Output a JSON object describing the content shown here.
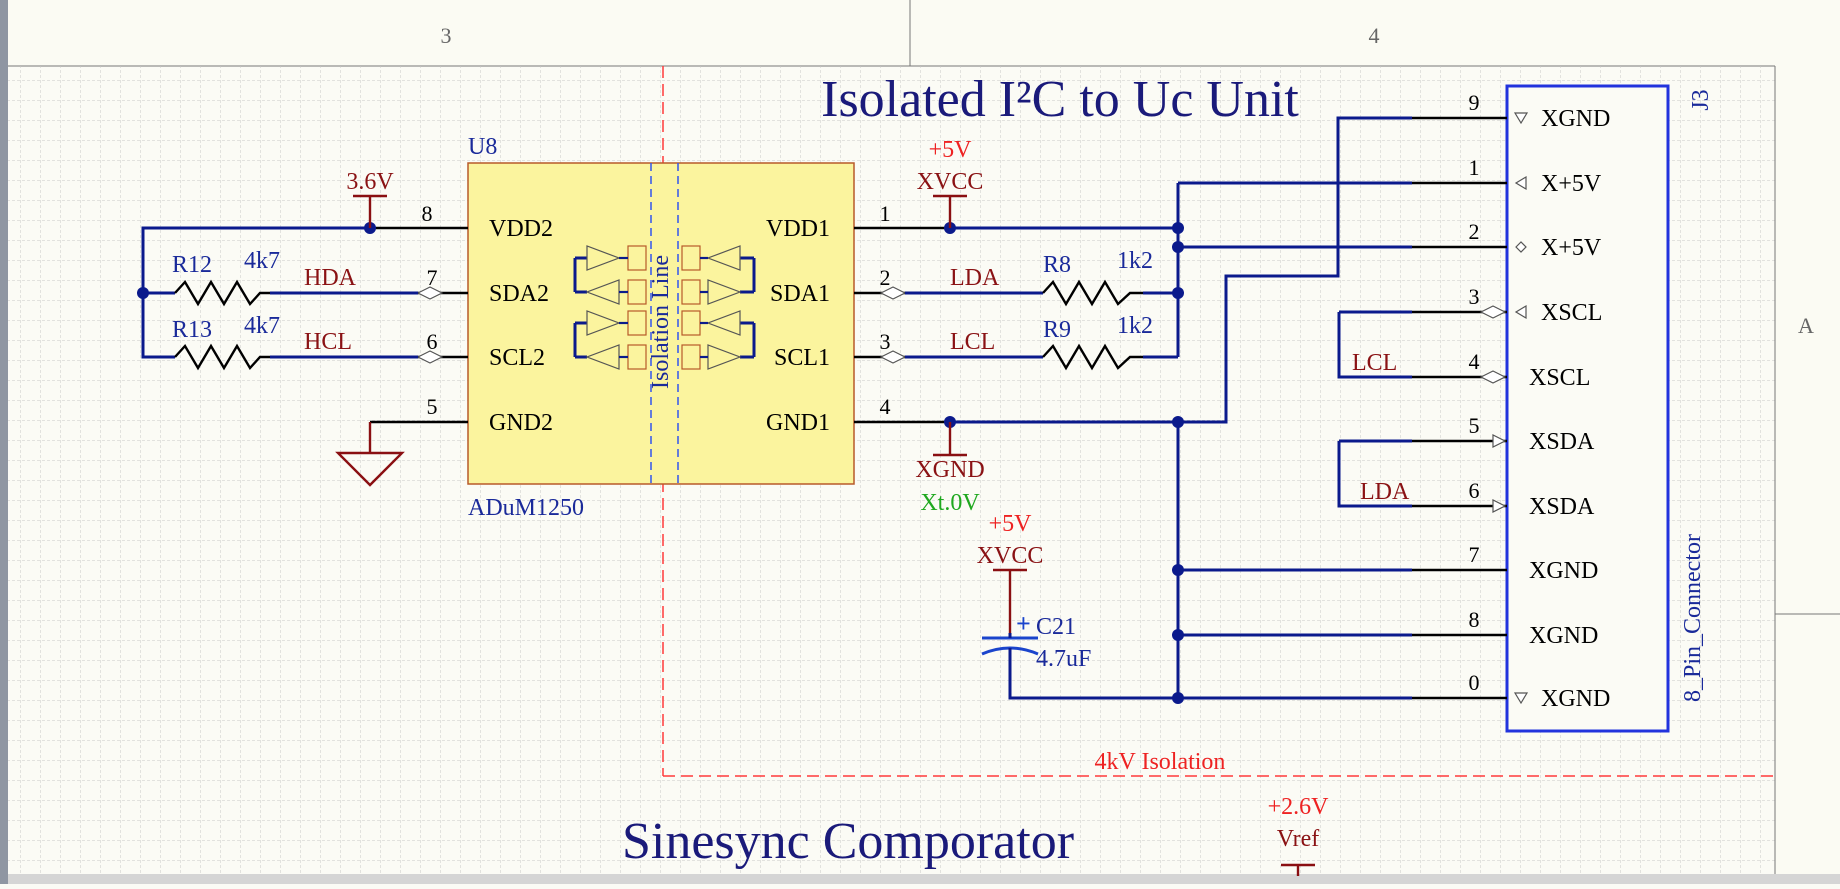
{
  "zones": {
    "col3": "3",
    "col4": "4",
    "rowA": "A"
  },
  "titles": {
    "isolated": "Isolated I²C to Uc Unit",
    "sinesync": "Sinesync Comporator"
  },
  "u8": {
    "designator": "U8",
    "part": "ADuM1250",
    "isolation_label": "Isolation Line",
    "left_pins": [
      {
        "num": "8",
        "name": "VDD2"
      },
      {
        "num": "7",
        "name": "SDA2"
      },
      {
        "num": "6",
        "name": "SCL2"
      },
      {
        "num": "5",
        "name": "GND2"
      }
    ],
    "right_pins": [
      {
        "num": "1",
        "name": "VDD1"
      },
      {
        "num": "2",
        "name": "SDA1"
      },
      {
        "num": "3",
        "name": "SCL1"
      },
      {
        "num": "4",
        "name": "GND1"
      }
    ]
  },
  "power": {
    "v36": "3.6V",
    "p5v_top": "+5V",
    "xvcc_top": "XVCC",
    "xgnd": "XGND",
    "xt0v": "Xt.0V",
    "p5v_cap": "+5V",
    "xvcc_cap": "XVCC",
    "vref_value": "+2.6V",
    "vref": "Vref"
  },
  "resistors": [
    {
      "ref": "R12",
      "value": "4k7"
    },
    {
      "ref": "R13",
      "value": "4k7"
    },
    {
      "ref": "R8",
      "value": "1k2"
    },
    {
      "ref": "R9",
      "value": "1k2"
    }
  ],
  "nets": {
    "hda": "HDA",
    "hcl": "HCL",
    "lda": "LDA",
    "lcl": "LCL",
    "lcl_j3": "LCL",
    "lda_j3": "LDA"
  },
  "capacitor": {
    "ref": "C21",
    "value": "4.7uF",
    "plus": "+"
  },
  "j3": {
    "designator": "J3",
    "part": "8_Pin_Connector",
    "pins": [
      {
        "num": "9",
        "name": "XGND"
      },
      {
        "num": "1",
        "name": "X+5V"
      },
      {
        "num": "2",
        "name": "X+5V"
      },
      {
        "num": "3",
        "name": "XSCL"
      },
      {
        "num": "4",
        "name": "XSCL"
      },
      {
        "num": "5",
        "name": "XSDA"
      },
      {
        "num": "6",
        "name": "XSDA"
      },
      {
        "num": "7",
        "name": "XGND"
      },
      {
        "num": "8",
        "name": "XGND"
      },
      {
        "num": "0",
        "name": "XGND"
      }
    ]
  },
  "isolation_note": "4kV Isolation",
  "colors": {
    "wire": "#0b1a8c",
    "power": "#8a0f12",
    "chip": "#fbf49e",
    "grid": "#c8c8c8",
    "boundary": "#ff3b3b",
    "netlabel_green": "#1fa81f"
  }
}
